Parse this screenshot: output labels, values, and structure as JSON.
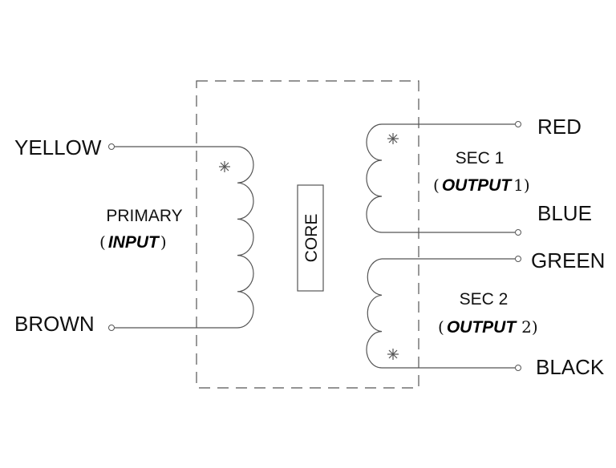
{
  "primary": {
    "title": "PRIMARY",
    "paren_open": "(",
    "subtitle": "INPUT",
    "paren_close": ")",
    "leads": {
      "start": "YELLOW",
      "end": "BROWN"
    }
  },
  "core": {
    "label": "CORE"
  },
  "secondary_1": {
    "title": "SEC 1",
    "paren_open": "(",
    "subtitle": "OUTPUT",
    "number": "1)",
    "leads": {
      "start": "RED",
      "end": "BLUE"
    }
  },
  "secondary_2": {
    "title": "SEC 2",
    "paren_open": "(",
    "subtitle": "OUTPUT",
    "number": "2)",
    "leads": {
      "start": "GREEN",
      "end": "BLACK"
    }
  },
  "polarity_mark": "✳"
}
